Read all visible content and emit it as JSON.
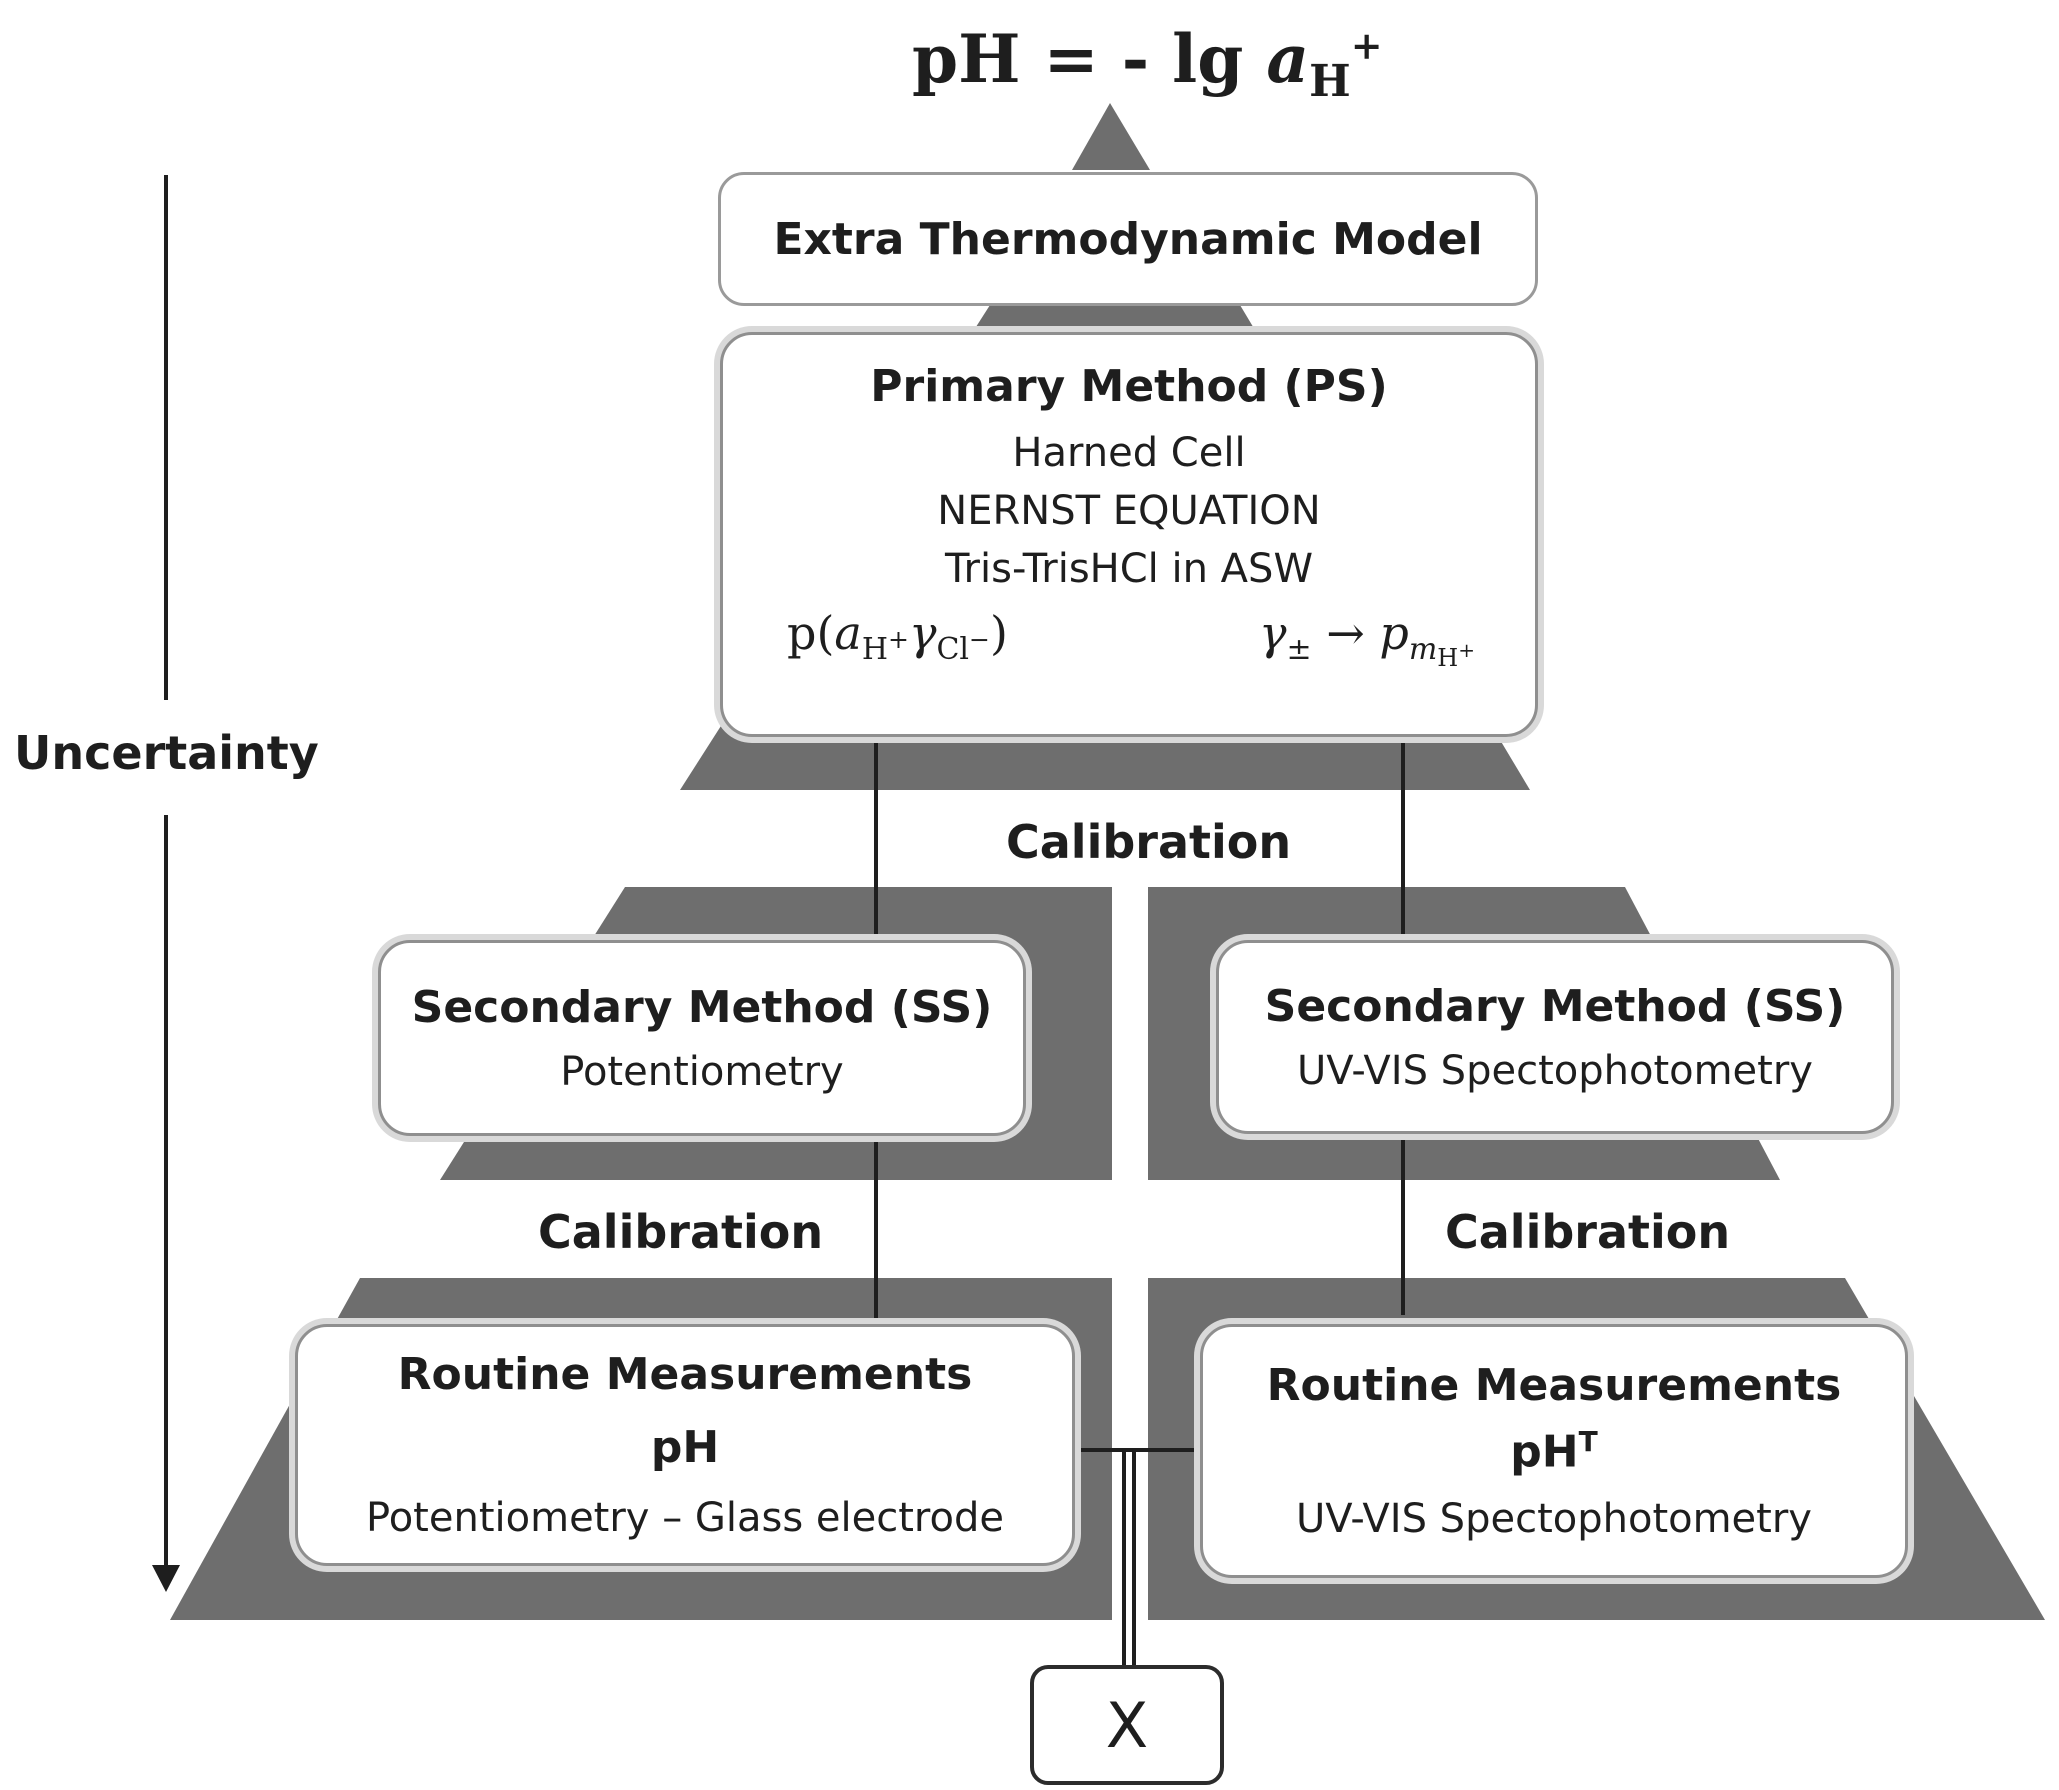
{
  "formula": {
    "lhs": "pH = - lg ",
    "symbol": "a",
    "subscript": "H",
    "superscript": "+"
  },
  "axis": {
    "label": "Uncertainty"
  },
  "top_box": {
    "title": "Extra Thermodynamic Model"
  },
  "primary": {
    "title": "Primary Method (PS)",
    "lines": [
      "Harned Cell",
      "NERNST EQUATION",
      "Tris-TrisHCl in ASW"
    ],
    "expr_left": {
      "p": "p(",
      "a": "a",
      "a_sub": "H",
      "a_sup": "+",
      "gamma": "γ",
      "g_sub": "Cl",
      "g_sup": "−",
      "close": ")"
    },
    "expr_right": {
      "gamma": "γ",
      "pm": "±",
      "arrow": " → ",
      "p": "p",
      "m": "m",
      "m_sub": "H",
      "m_sup": "+"
    }
  },
  "calibration_labels": [
    "Calibration",
    "Calibration",
    "Calibration"
  ],
  "secondary_left": {
    "title": "Secondary Method (SS)",
    "method": "Potentiometry"
  },
  "secondary_right": {
    "title": "Secondary Method (SS)",
    "method": "UV-VIS Spectophotometry"
  },
  "routine_left": {
    "title": "Routine Measurements",
    "quantity": "pH",
    "method": "Potentiometry – Glass electrode"
  },
  "routine_right": {
    "title": "Routine Measurements",
    "quantity": "pH",
    "quantity_sup": "T",
    "method": "UV-VIS Spectophotometry"
  },
  "x_box": {
    "label": "X"
  },
  "colors": {
    "pyramid": "#6e6e6e",
    "box_border": "#8f8f8f",
    "text": "#1e1e1e"
  }
}
